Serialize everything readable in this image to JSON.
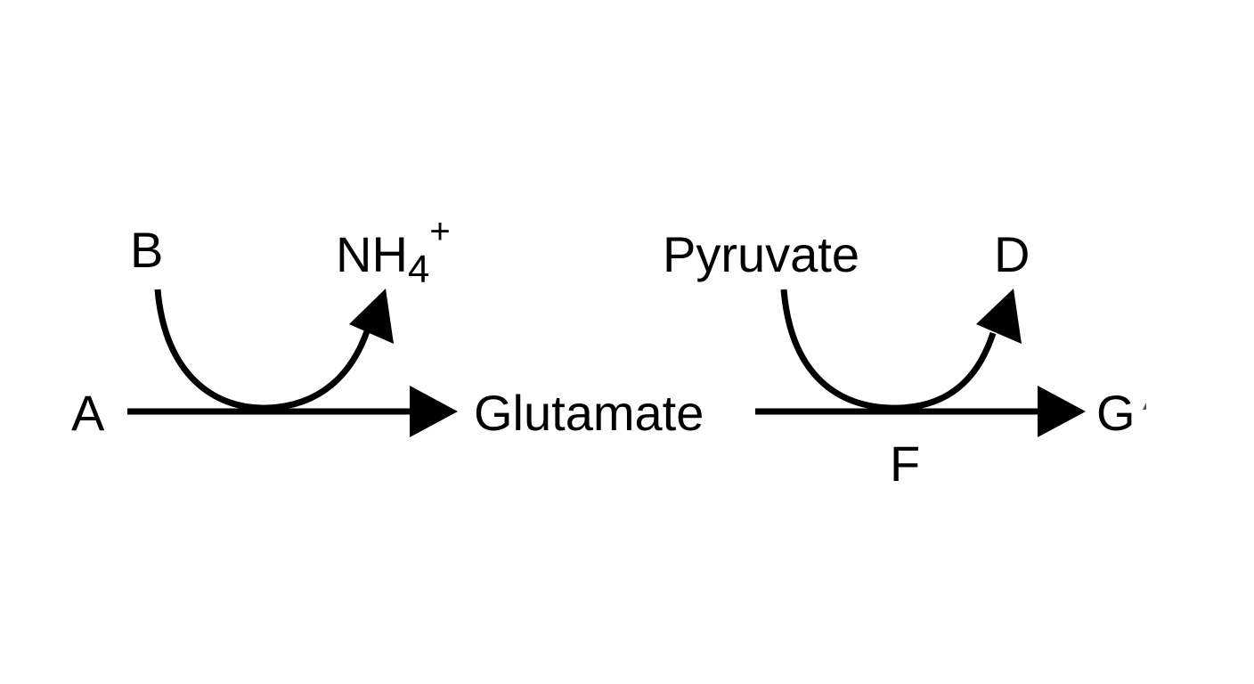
{
  "diagram": {
    "labels": {
      "a": "A",
      "b": "B",
      "nh4_base": "NH",
      "nh4_sub": "4",
      "nh4_sup": "+",
      "glutamate": "Glutamate",
      "pyruvate": "Pyruvate",
      "d": "D",
      "f": "F",
      "g": "G"
    },
    "colors": {
      "ink": "#000000",
      "background": "#ffffff"
    }
  }
}
